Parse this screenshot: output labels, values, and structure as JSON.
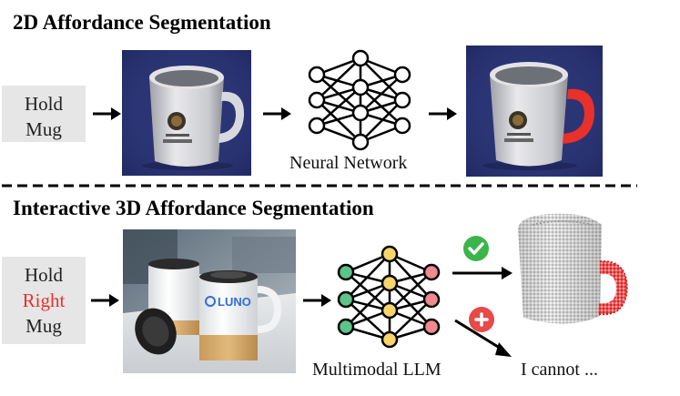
{
  "top": {
    "title": "2D Affordance Segmentation",
    "prompt_line1": "Hold",
    "prompt_line2": "Mug",
    "network_label": "Neural Network"
  },
  "bottom": {
    "title": "Interactive 3D Affordance Segmentation",
    "prompt_line1": "Hold",
    "prompt_line2": "Right",
    "prompt_line3": "Mug",
    "network_label": "Multimodal LLM",
    "brand_text": "LUNO",
    "refusal_text": "I cannot ..."
  },
  "colors": {
    "prompt_bg": "#e6e6e6",
    "highlight_red": "#e8312a",
    "check_green": "#3bb54a",
    "cross_red": "#e84a4a",
    "node_green": "#5cc488",
    "node_yellow": "#f7d56b",
    "node_pink": "#f08a92",
    "mug_bg_blue": "#2b3474"
  }
}
